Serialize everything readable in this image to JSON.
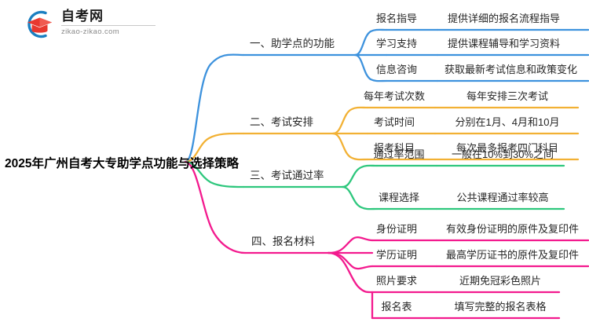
{
  "logo": {
    "title": "自考网",
    "subtitle": "zikao-zikao.com",
    "mark_name": "zikao-logo-icon",
    "ring_color": "#1a7fc1",
    "cap_color": "#e8382f"
  },
  "root": {
    "label": "2025年广州自考大专助学点功能与选择策略"
  },
  "colors": {
    "branch1": "#3d92dd",
    "branch2": "#f2b134",
    "branch3": "#2ec77d",
    "branch4": "#f31a8e",
    "text": "#262626"
  },
  "branches": [
    {
      "label": "一、助学点的功能",
      "color": "#3d92dd",
      "children": [
        {
          "label": "报名指导",
          "detail": "提供详细的报名流程指导"
        },
        {
          "label": "学习支持",
          "detail": "提供课程辅导和学习资料"
        },
        {
          "label": "信息咨询",
          "detail": "获取最新考试信息和政策变化"
        }
      ]
    },
    {
      "label": "二、考试安排",
      "color": "#f2b134",
      "children": [
        {
          "label": "每年考试次数",
          "detail": "每年安排三次考试"
        },
        {
          "label": "考试时间",
          "detail": "分别在1月、4月和10月"
        },
        {
          "label": "报考科目",
          "detail": "每次最多报考四门科目"
        }
      ]
    },
    {
      "label": "三、考试通过率",
      "color": "#2ec77d",
      "children": [
        {
          "label": "通过率范围",
          "detail": "一般在10%到30%之间"
        },
        {
          "label": "课程选择",
          "detail": "公共课程通过率较高"
        }
      ]
    },
    {
      "label": "四、报名材料",
      "color": "#f31a8e",
      "children": [
        {
          "label": "身份证明",
          "detail": "有效身份证明的原件及复印件"
        },
        {
          "label": "学历证明",
          "detail": "最高学历证书的原件及复印件"
        },
        {
          "label": "照片要求",
          "detail": "近期免冠彩色照片"
        },
        {
          "label": "报名表",
          "detail": "填写完整的报名表格"
        }
      ]
    }
  ]
}
